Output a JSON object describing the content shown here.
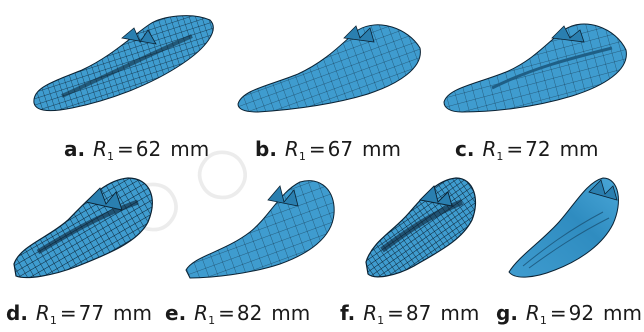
{
  "colors": {
    "mesh_fill": "#3f9ccf",
    "mesh_dark": "#1f5f86",
    "mesh_line": "#0b2233",
    "caption_text": "#1a1a1a"
  },
  "watermark": {
    "present": true,
    "description_visible_text": ""
  },
  "panels": [
    {
      "id": "a",
      "letter": "a.",
      "var": "R",
      "sub": "1",
      "eq": "=",
      "value": "62",
      "unit": "mm"
    },
    {
      "id": "b",
      "letter": "b.",
      "var": "R",
      "sub": "1",
      "eq": "=",
      "value": "67",
      "unit": "mm"
    },
    {
      "id": "c",
      "letter": "c.",
      "var": "R",
      "sub": "1",
      "eq": "=",
      "value": "72",
      "unit": "mm"
    },
    {
      "id": "d",
      "letter": "d.",
      "var": "R",
      "sub": "1",
      "eq": "=",
      "value": "77",
      "unit": "mm"
    },
    {
      "id": "e",
      "letter": "e.",
      "var": "R",
      "sub": "1",
      "eq": "=",
      "value": "82",
      "unit": "mm"
    },
    {
      "id": "f",
      "letter": "f.",
      "var": "R",
      "sub": "1",
      "eq": "=",
      "value": "87",
      "unit": "mm"
    },
    {
      "id": "g",
      "letter": "g.",
      "var": "R",
      "sub": "1",
      "eq": "=",
      "value": "92",
      "unit": "mm"
    }
  ]
}
